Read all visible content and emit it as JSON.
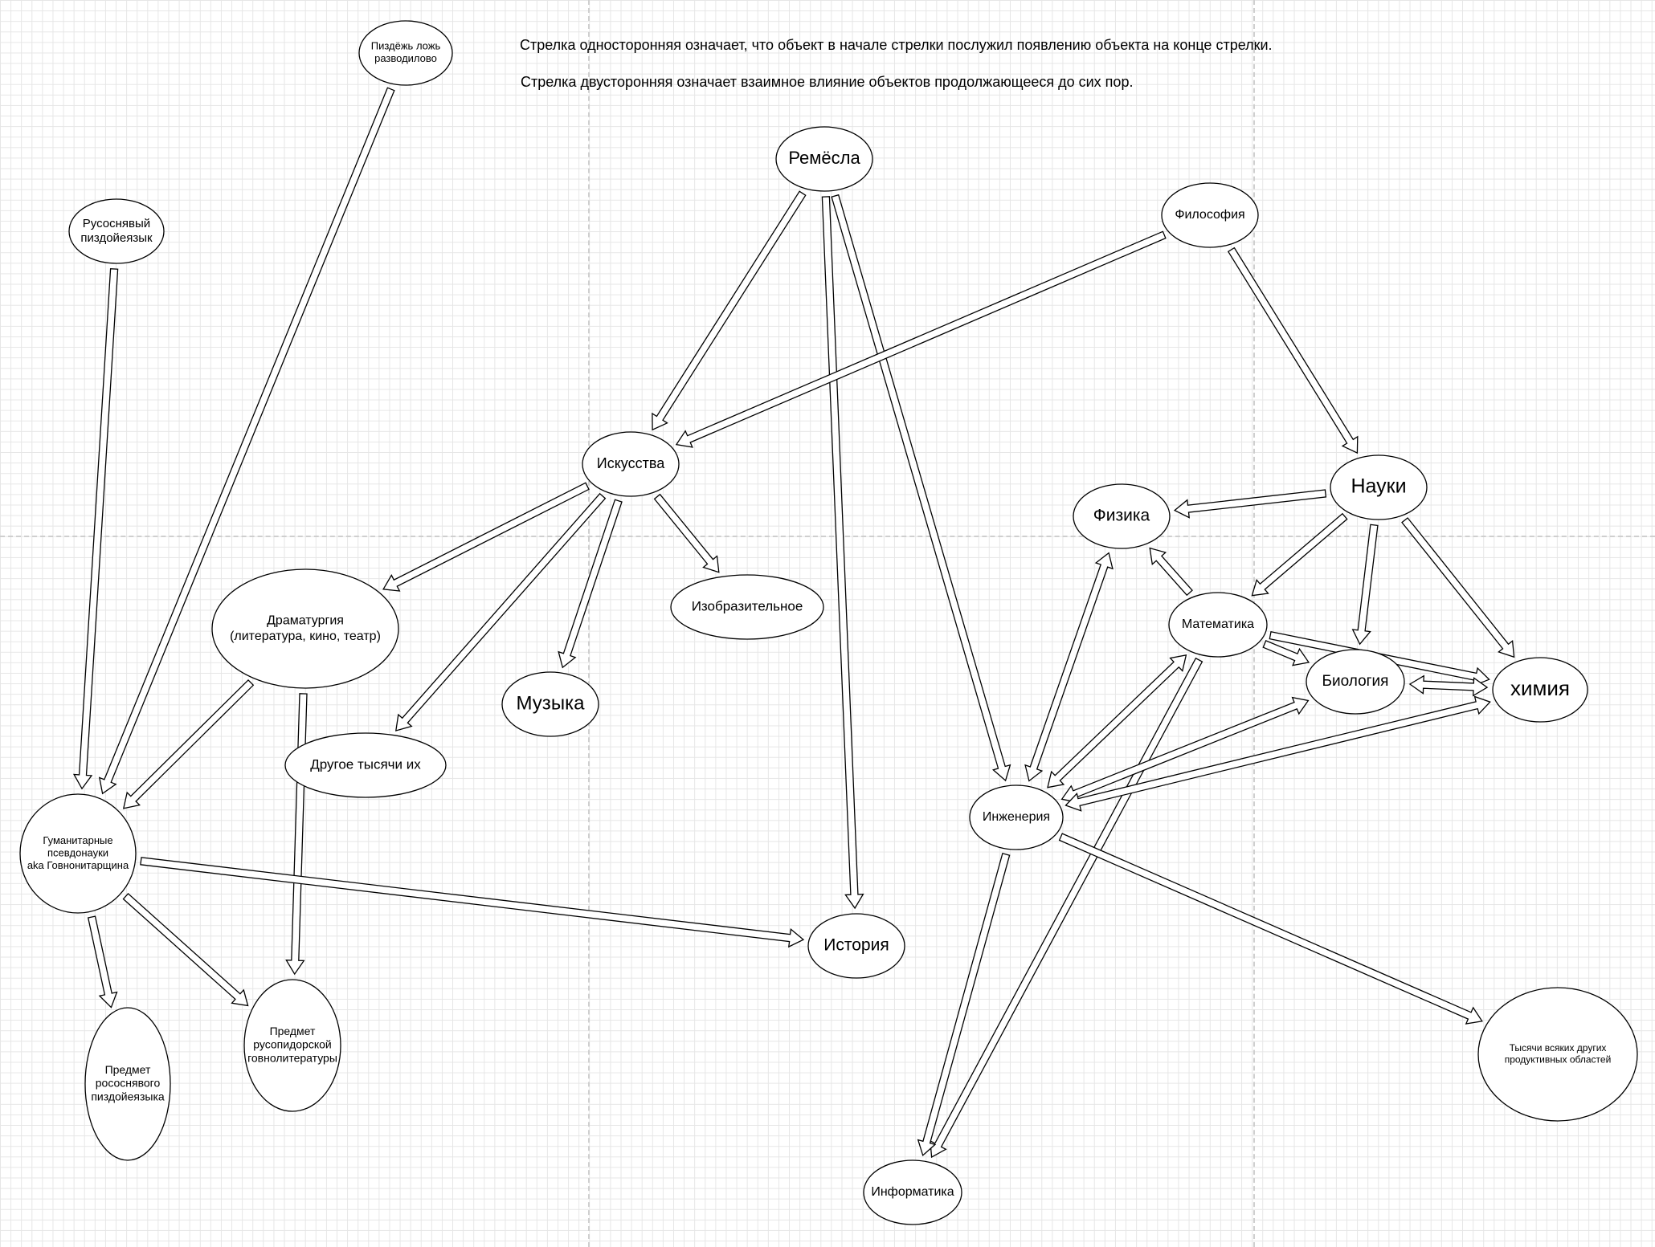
{
  "legend": {
    "one_way": "Стрелка односторонняя означает, что объект в начале стрелки послужил появлению объекта на конце стрелки.",
    "two_way": "Стрелка двусторонняя означает взаимное влияние объектов продолжающееся до сих пор."
  },
  "colors": {
    "node_fill": "#ffffff",
    "stroke": "#000000",
    "arrow_fill": "#ffffff"
  },
  "nodes": [
    {
      "id": "pizdezh",
      "label": [
        "Пиздёжь ложь",
        "разводилово"
      ]
    },
    {
      "id": "rusosnyavy",
      "label": [
        "Русоснявый",
        "пиздойеязык"
      ]
    },
    {
      "id": "remesla",
      "label": [
        "Ремёсла"
      ]
    },
    {
      "id": "filosofiya",
      "label": [
        "Философия"
      ]
    },
    {
      "id": "iskusstva",
      "label": [
        "Искусства"
      ]
    },
    {
      "id": "nauki",
      "label": [
        "Науки"
      ]
    },
    {
      "id": "fizika",
      "label": [
        "Физика"
      ]
    },
    {
      "id": "dramaturgiya",
      "label": [
        "Драматургия",
        "(литература, кино, театр)"
      ]
    },
    {
      "id": "izobrazitelnoe",
      "label": [
        "Изобразительное"
      ]
    },
    {
      "id": "matematika",
      "label": [
        "Математика"
      ]
    },
    {
      "id": "muzyka",
      "label": [
        "Музыка"
      ]
    },
    {
      "id": "biologiya",
      "label": [
        "Биология"
      ]
    },
    {
      "id": "khimiya",
      "label": [
        "химия"
      ]
    },
    {
      "id": "drugoe",
      "label": [
        "Другое тысячи их"
      ]
    },
    {
      "id": "gumanitarnye",
      "label": [
        "Гуманитарные",
        "псевдонауки",
        "aka Говнонитарщина"
      ]
    },
    {
      "id": "inzheneriya",
      "label": [
        "Инженерия"
      ]
    },
    {
      "id": "istoriya",
      "label": [
        "История"
      ]
    },
    {
      "id": "predmet_rusopidorskoy",
      "label": [
        "Предмет",
        "русопидорской",
        "говнолитературы"
      ]
    },
    {
      "id": "predmet_rososnyavogo",
      "label": [
        "Предмет",
        "рососнявого",
        "пиздойеязыка"
      ]
    },
    {
      "id": "tysyachi",
      "label": [
        "Тысячи всяких других",
        "продуктивных областей"
      ]
    },
    {
      "id": "informatika",
      "label": [
        "Информатика"
      ]
    }
  ],
  "edges": [
    {
      "from": "pizdezh",
      "to": "gumanitarnye",
      "type": "one-way"
    },
    {
      "from": "rusosnyavy",
      "to": "gumanitarnye",
      "type": "one-way"
    },
    {
      "from": "remesla",
      "to": "iskusstva",
      "type": "one-way"
    },
    {
      "from": "remesla",
      "to": "istoriya",
      "type": "one-way"
    },
    {
      "from": "remesla",
      "to": "inzheneriya",
      "type": "one-way"
    },
    {
      "from": "filosofiya",
      "to": "iskusstva",
      "type": "one-way"
    },
    {
      "from": "filosofiya",
      "to": "nauki",
      "type": "one-way"
    },
    {
      "from": "iskusstva",
      "to": "dramaturgiya",
      "type": "one-way"
    },
    {
      "from": "iskusstva",
      "to": "drugoe",
      "type": "one-way"
    },
    {
      "from": "iskusstva",
      "to": "muzyka",
      "type": "one-way"
    },
    {
      "from": "iskusstva",
      "to": "izobrazitelnoe",
      "type": "one-way"
    },
    {
      "from": "nauki",
      "to": "fizika",
      "type": "one-way"
    },
    {
      "from": "nauki",
      "to": "matematika",
      "type": "one-way"
    },
    {
      "from": "nauki",
      "to": "biologiya",
      "type": "one-way"
    },
    {
      "from": "nauki",
      "to": "khimiya",
      "type": "one-way"
    },
    {
      "from": "matematika",
      "to": "fizika",
      "type": "one-way"
    },
    {
      "from": "matematika",
      "to": "biologiya",
      "type": "one-way"
    },
    {
      "from": "matematika",
      "to": "khimiya",
      "type": "one-way"
    },
    {
      "from": "matematika",
      "to": "informatika",
      "type": "one-way"
    },
    {
      "from": "biologiya",
      "to": "khimiya",
      "type": "two-way"
    },
    {
      "from": "inzheneriya",
      "to": "fizika",
      "type": "two-way"
    },
    {
      "from": "inzheneriya",
      "to": "matematika",
      "type": "two-way"
    },
    {
      "from": "inzheneriya",
      "to": "biologiya",
      "type": "two-way"
    },
    {
      "from": "inzheneriya",
      "to": "khimiya",
      "type": "two-way"
    },
    {
      "from": "inzheneriya",
      "to": "tysyachi",
      "type": "one-way"
    },
    {
      "from": "inzheneriya",
      "to": "informatika",
      "type": "one-way"
    },
    {
      "from": "dramaturgiya",
      "to": "gumanitarnye",
      "type": "one-way"
    },
    {
      "from": "dramaturgiya",
      "to": "predmet_rusopidorskoy",
      "type": "one-way"
    },
    {
      "from": "gumanitarnye",
      "to": "istoriya",
      "type": "one-way"
    },
    {
      "from": "gumanitarnye",
      "to": "predmet_rusopidorskoy",
      "type": "one-way"
    },
    {
      "from": "gumanitarnye",
      "to": "predmet_rososnyavogo",
      "type": "one-way"
    }
  ]
}
